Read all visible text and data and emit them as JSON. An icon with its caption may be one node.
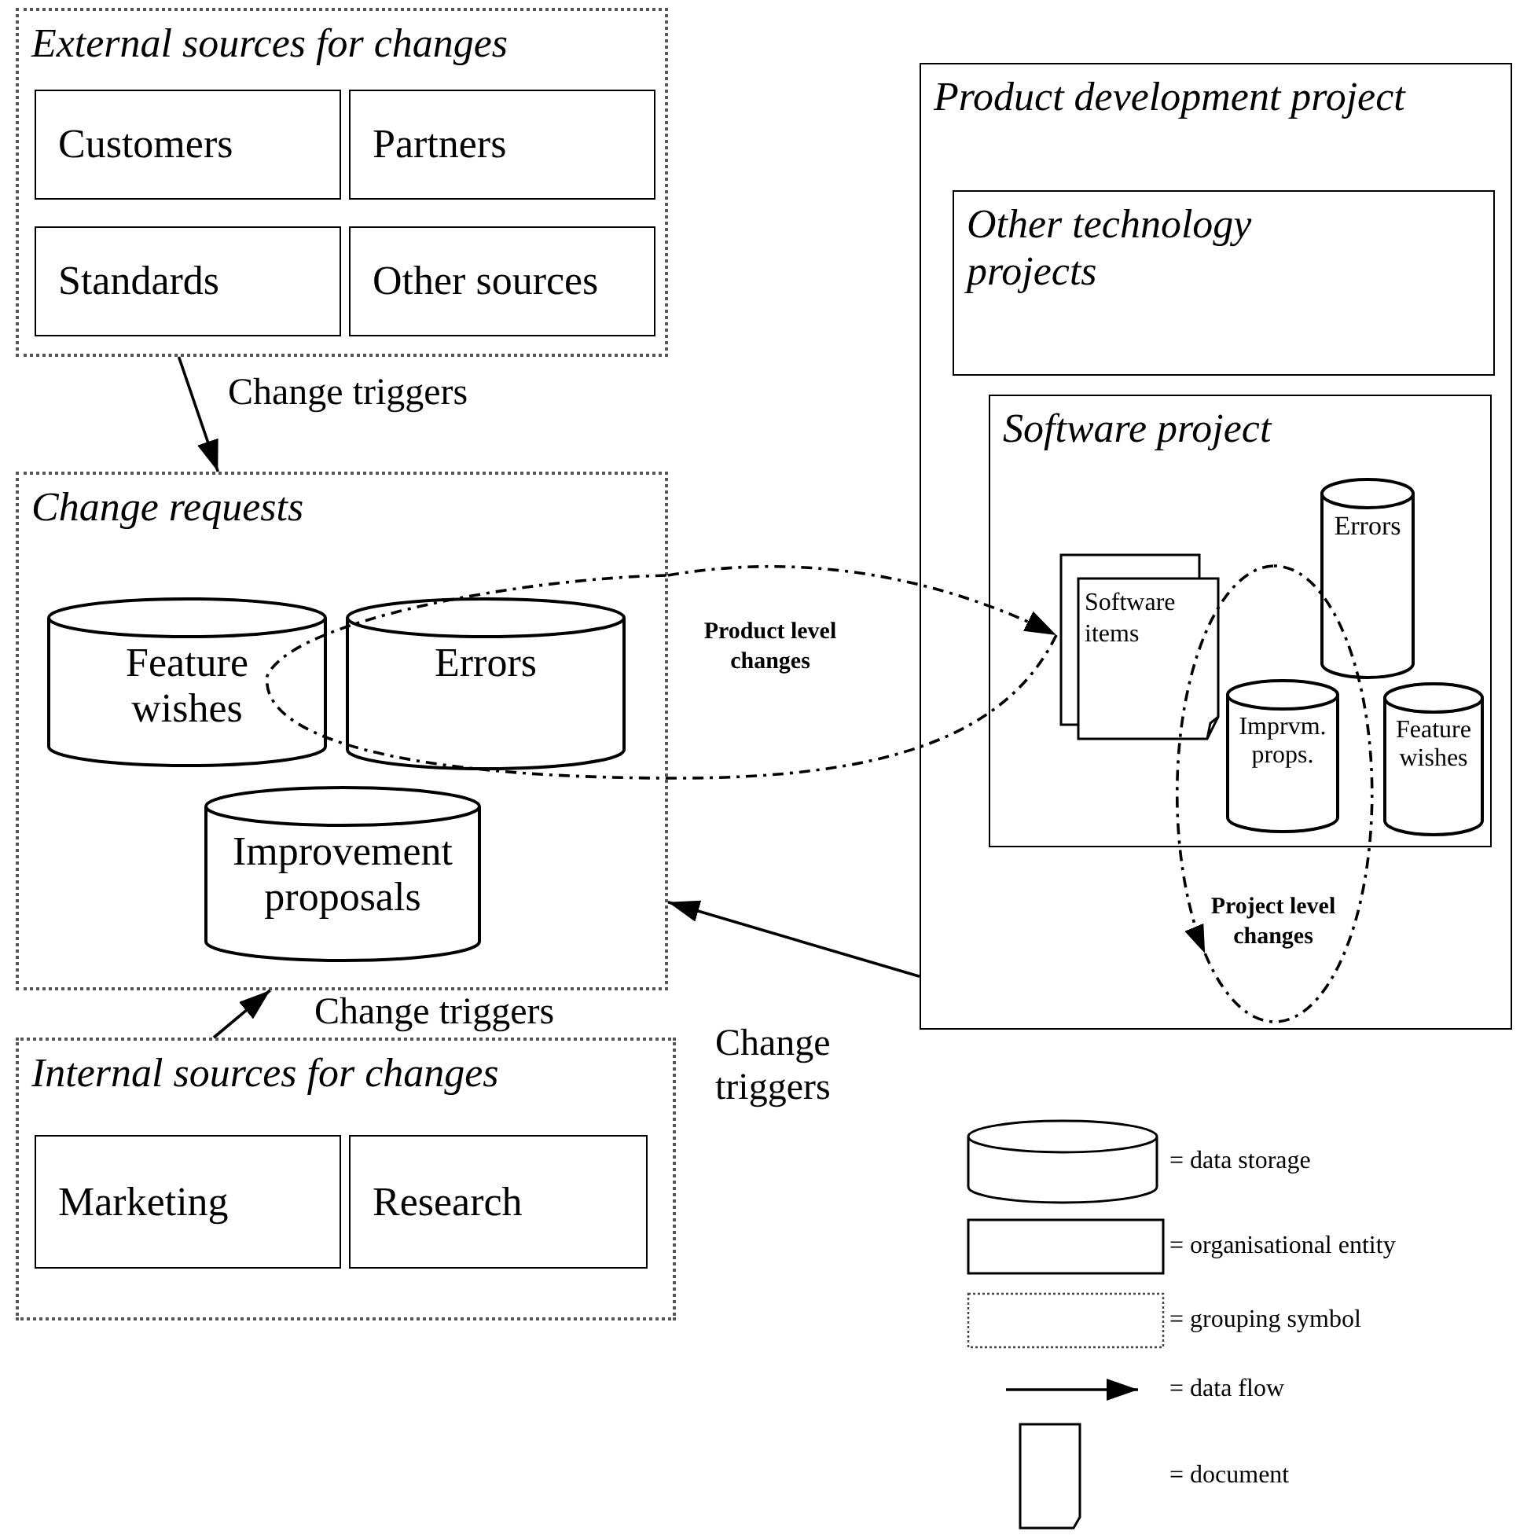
{
  "diagram": {
    "nodes": [
      {
        "text": [
          "External sources for changes"
        ]
      },
      {
        "text": [
          "Customers"
        ],
        "in": 0
      },
      {
        "text": [
          "Partners"
        ],
        "in": 0
      },
      {
        "text": [
          "Standards"
        ],
        "in": 0
      },
      {
        "text": [
          "Other sources"
        ],
        "in": 0
      },
      {
        "text": [
          "Change requests"
        ]
      },
      {
        "text": [
          "Feature wishes"
        ],
        "in": 5
      },
      {
        "text": [
          "Errors"
        ],
        "in": 5
      },
      {
        "text": [
          "Improvement proposals"
        ],
        "in": 5
      },
      {
        "text": [
          "Internal sources for changes"
        ]
      },
      {
        "text": [
          "Marketing"
        ],
        "in": 9
      },
      {
        "text": [
          "Research"
        ],
        "in": 9
      },
      {
        "text": [
          "Product development project"
        ]
      },
      {
        "text": [
          "Other technology projects"
        ],
        "in": 12
      },
      {
        "text": [
          "Software project"
        ],
        "in": 12
      },
      {
        "text": [
          "Software items"
        ],
        "in": 14
      },
      {
        "text": [
          "Errors"
        ],
        "in": 14
      },
      {
        "text": [
          "Imprvm. props."
        ],
        "in": 14
      },
      {
        "text": [
          "Feature wishes"
        ],
        "in": 14
      }
    ],
    "edges": [
      {
        "from": 0,
        "to": 5,
        "arrow": "to",
        "label": "Change triggers"
      },
      {
        "from": 9,
        "to": 5,
        "arrow": "to",
        "label": "Change triggers"
      },
      {
        "from": 12,
        "to": 5,
        "arrow": "to",
        "label": "Change triggers"
      },
      {
        "from": 5,
        "to": 15,
        "arrow": "to",
        "label": "Product level changes",
        "style": "dashed"
      }
    ],
    "labels": [
      "Project level changes"
    ],
    "legend": [
      {
        "text": "= data storage"
      },
      {
        "text": "= organisational entity"
      },
      {
        "text": "= grouping symbol"
      },
      {
        "text": "= data flow"
      },
      {
        "text": "= document"
      }
    ]
  }
}
